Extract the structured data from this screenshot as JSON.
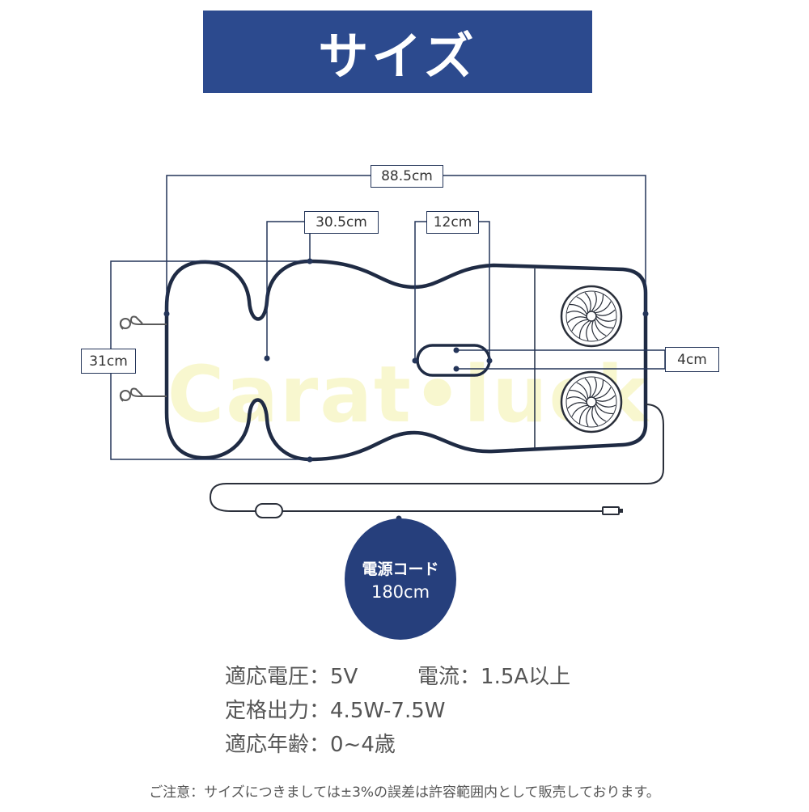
{
  "title": "サイズ",
  "watermark": "Carat•luck",
  "dimensions": {
    "total_length": "88.5cm",
    "back_width": "30.5cm",
    "hole_width": "12cm",
    "width": "31cm",
    "hole_height": "4cm"
  },
  "cord": {
    "label": "電源コード",
    "length": "180cm"
  },
  "specs": [
    {
      "label": "適応電圧：",
      "value": "5V"
    },
    {
      "label": "電流：",
      "value": "1.5A以上"
    },
    {
      "label": "定格出力：",
      "value": "4.5W-7.5W"
    },
    {
      "label": "適応年齢：",
      "value": "0~4歳"
    }
  ],
  "note": "ご注意：サイズにつきましては±3%の誤差は許容範囲内として販売しております。",
  "colors": {
    "banner": "#2c4a8e",
    "badge": "#263f7c",
    "line": "#243559"
  }
}
